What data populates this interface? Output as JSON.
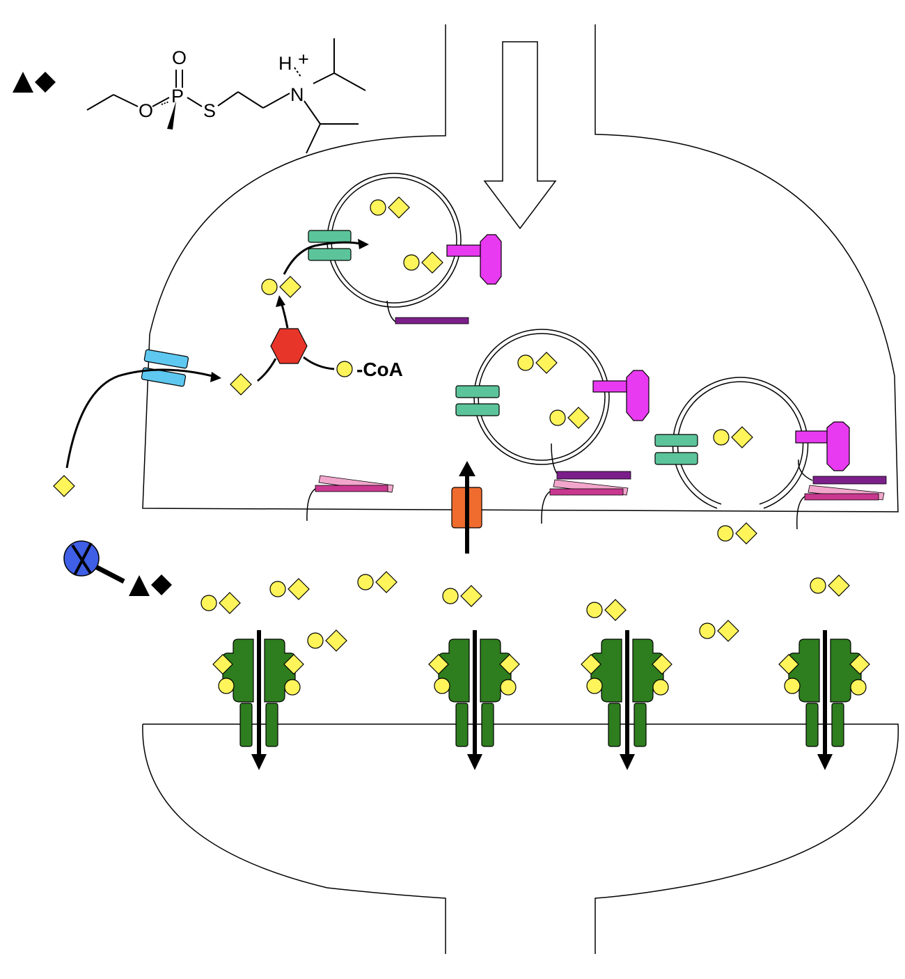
{
  "molecule": {
    "atom_O_double": "O",
    "atom_P": "P",
    "atom_O_ester": "O",
    "atom_S": "S",
    "atom_N": "N",
    "atom_H": "H",
    "charge": "+"
  },
  "coa_label": "-CoA",
  "colors": {
    "choline": "#fff55a",
    "choline_outline": "#8a8400",
    "receptor": "#2e7d1e",
    "chat_enzyme": "#e8352a",
    "choline_transporter": "#5ec8f0",
    "vesicular_transporter": "#5cc49a",
    "vesicle_protein": "#e83af0",
    "snare_purple": "#7b1f8a",
    "snare_pink": "#f2a6cc",
    "snare_magenta": "#c9388f",
    "calcium_channel": "#ef6c2e",
    "ache": "#3f5fe6"
  },
  "legend_symbol": "triangle-diamond-icon",
  "inhibitor_symbol": "triangle-diamond-icon"
}
